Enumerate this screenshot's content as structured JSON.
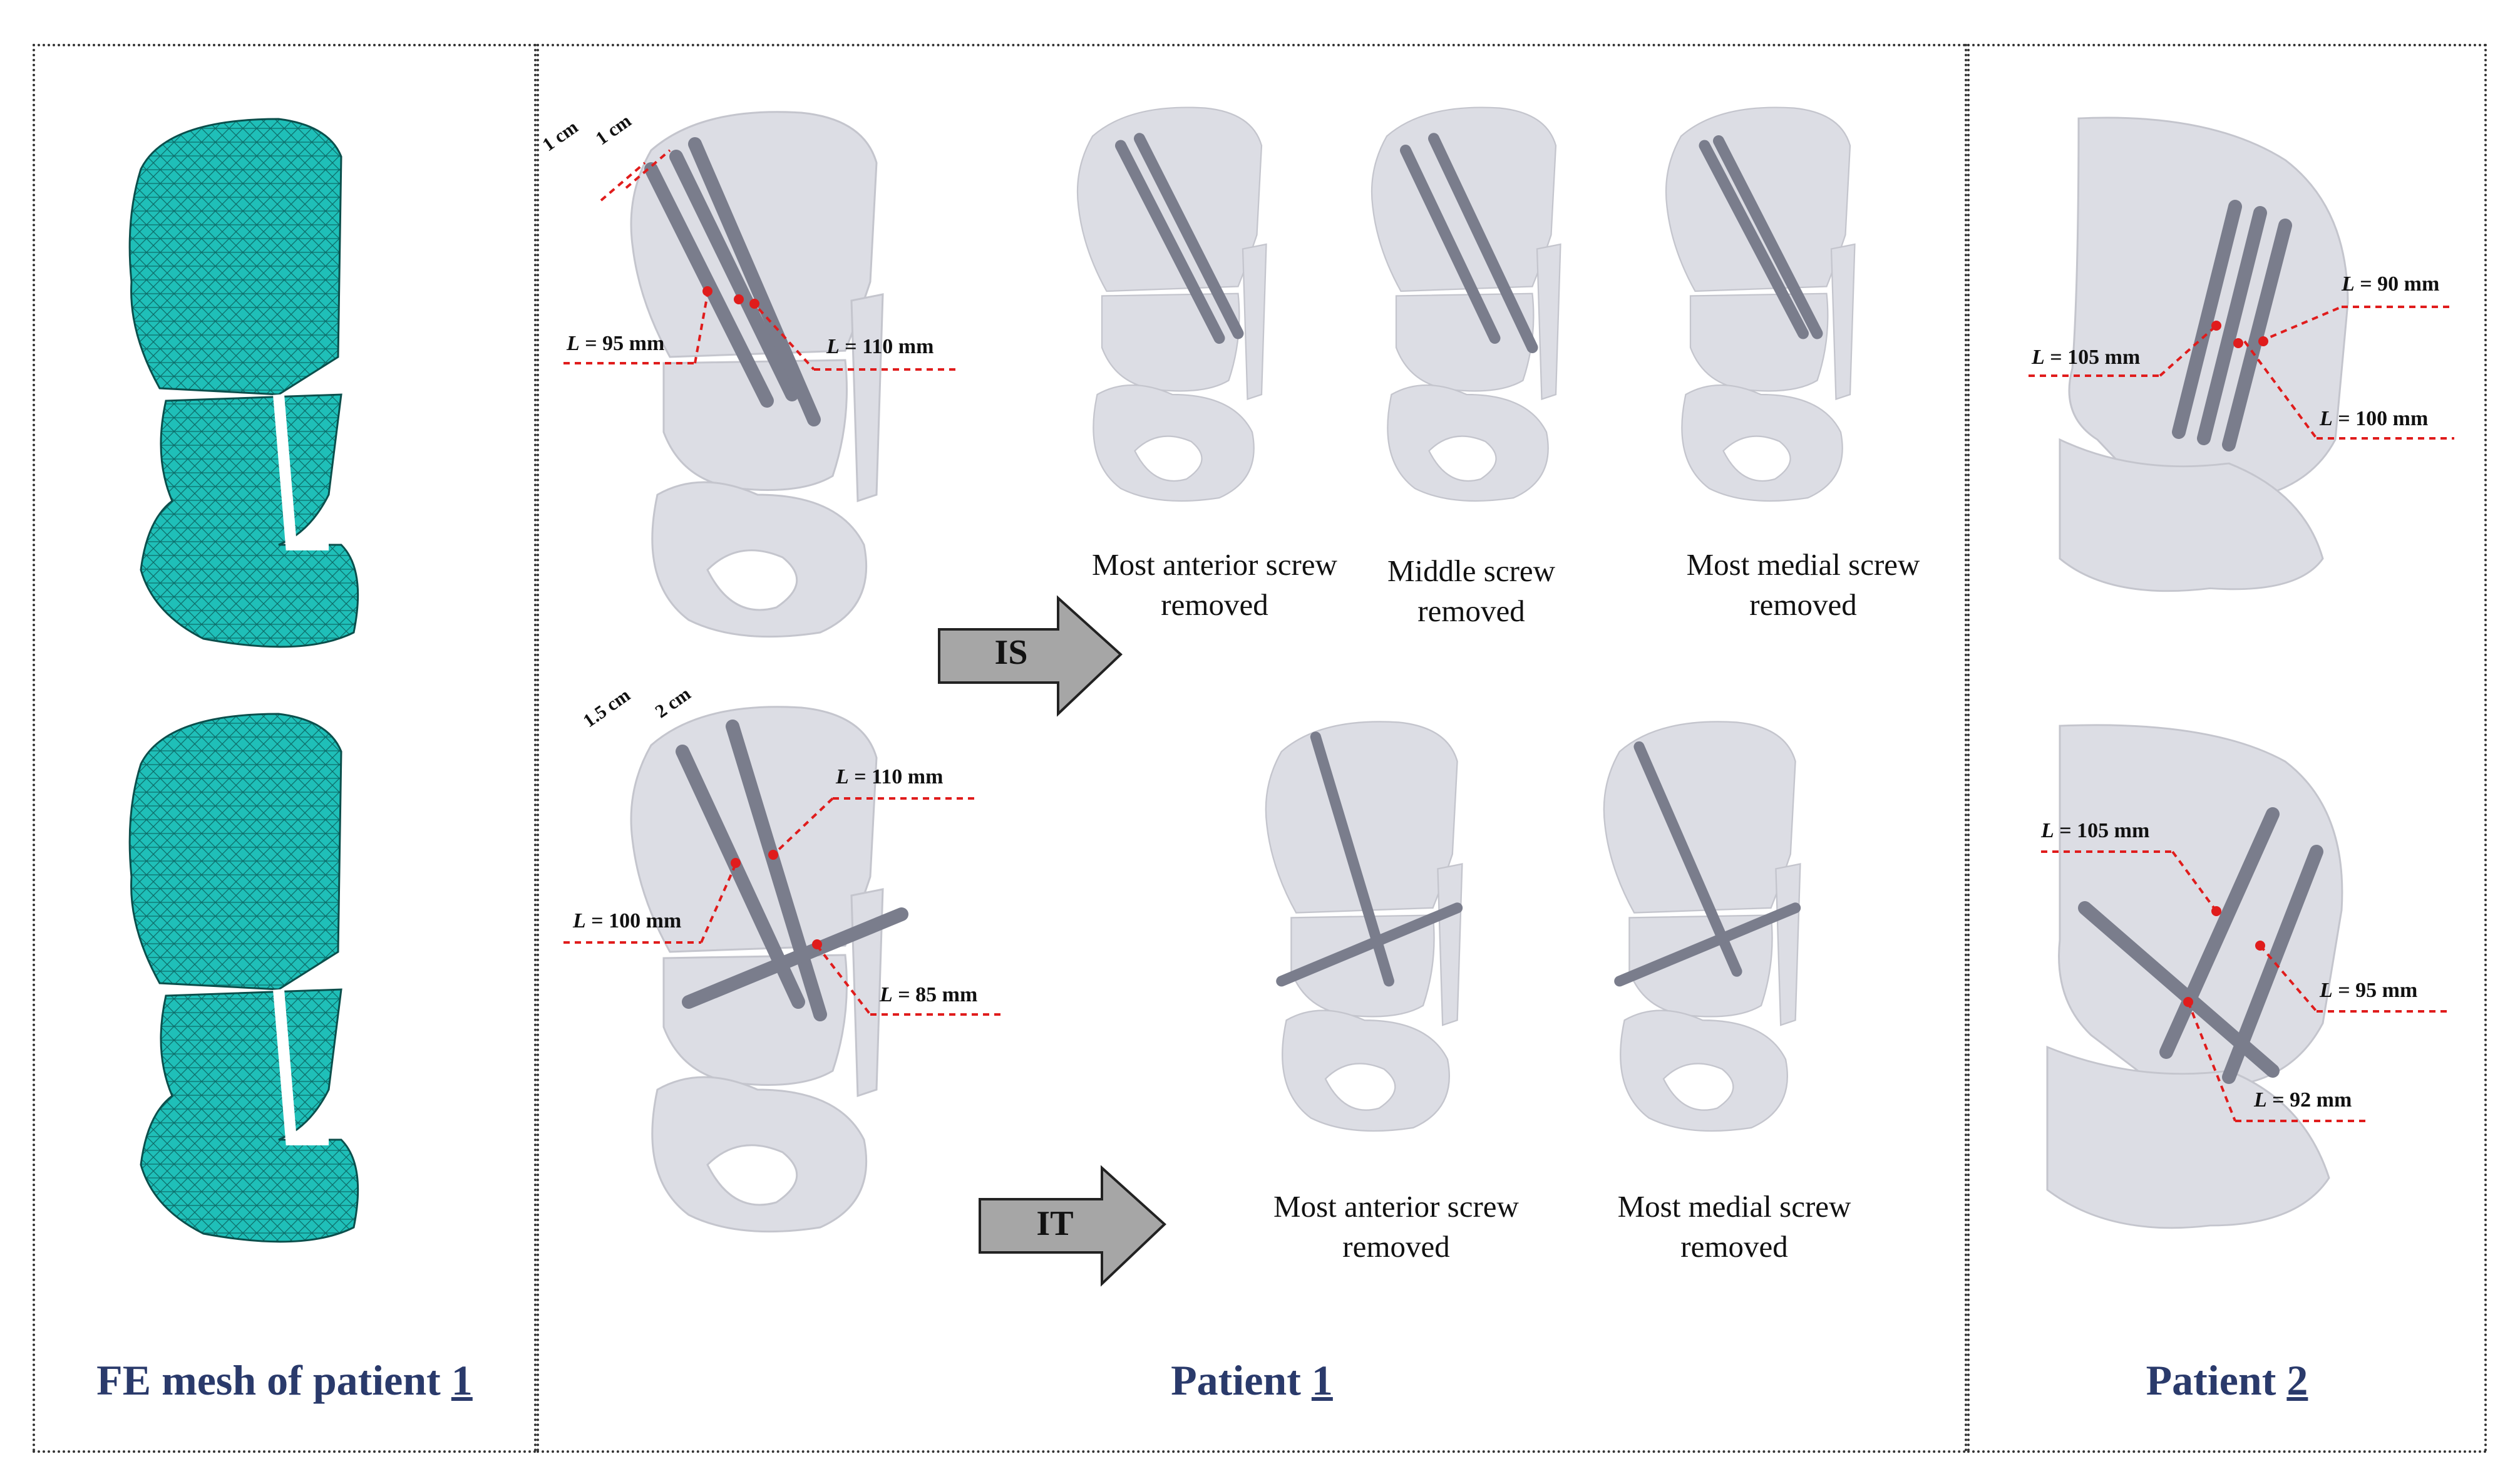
{
  "panels": {
    "left": {
      "caption_prefix": "FE mesh of patient ",
      "caption_num": "1"
    },
    "middle": {
      "caption_prefix": "Patient ",
      "caption_num": "1"
    },
    "right": {
      "caption_prefix": "Patient ",
      "caption_num": "2"
    }
  },
  "arrows": {
    "is_label": "IS",
    "it_label": "IT"
  },
  "subfigures": {
    "is_anterior": "Most anterior screw removed",
    "is_middle": "Middle screw removed",
    "is_medial": "Most medial screw removed",
    "it_anterior": "Most anterior screw removed",
    "it_medial": "Most medial screw removed"
  },
  "spacing_labels": {
    "is_gap1": "1 cm",
    "is_gap2": "1 cm",
    "it_gap1": "1.5 cm",
    "it_gap2": "2 cm"
  },
  "lengths": {
    "p1_is_a": {
      "prefix": "L",
      "value": " = 95 mm"
    },
    "p1_is_b": {
      "prefix": "L",
      "value": " = 110 mm"
    },
    "p1_it_a": {
      "prefix": "L",
      "value": " = 110 mm"
    },
    "p1_it_b": {
      "prefix": "L",
      "value": " = 100 mm"
    },
    "p1_it_c": {
      "prefix": "L",
      "value": " = 85 mm"
    },
    "p2_is_a": {
      "prefix": "L",
      "value": " = 90 mm"
    },
    "p2_is_b": {
      "prefix": "L",
      "value": " = 105 mm"
    },
    "p2_is_c": {
      "prefix": "L",
      "value": " = 100 mm"
    },
    "p2_it_a": {
      "prefix": "L",
      "value": " = 105 mm"
    },
    "p2_it_b": {
      "prefix": "L",
      "value": " = 95 mm"
    },
    "p2_it_c": {
      "prefix": "L",
      "value": " = 92 mm"
    }
  },
  "colors": {
    "caption": "#2a3a6b",
    "mesh": "#1fbfb8",
    "bone": "#dcdde4",
    "screw": "#7a7d8c",
    "annotation": "#e01c1c"
  }
}
